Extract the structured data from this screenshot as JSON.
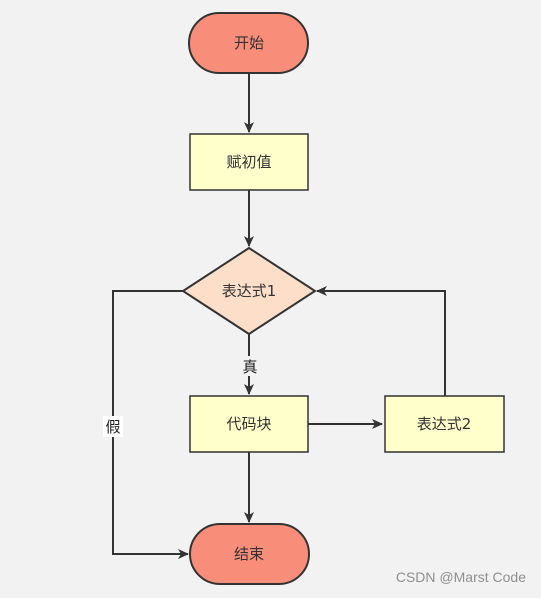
{
  "nodes": {
    "start": {
      "label": "开始",
      "shape": "terminal"
    },
    "init": {
      "label": "赋初值",
      "shape": "process"
    },
    "condition": {
      "label": "表达式1",
      "shape": "decision"
    },
    "body": {
      "label": "代码块",
      "shape": "process"
    },
    "update": {
      "label": "表达式2",
      "shape": "process"
    },
    "end": {
      "label": "结束",
      "shape": "terminal"
    }
  },
  "edges": {
    "true_label": "真",
    "false_label": "假"
  },
  "colors": {
    "background": "#f2f2f2",
    "terminal_fill": "#f88e7a",
    "process_fill": "#ffffcc",
    "decision_fill": "#fddfc9",
    "stroke": "#333333"
  },
  "watermark": "CSDN @Marst Code"
}
